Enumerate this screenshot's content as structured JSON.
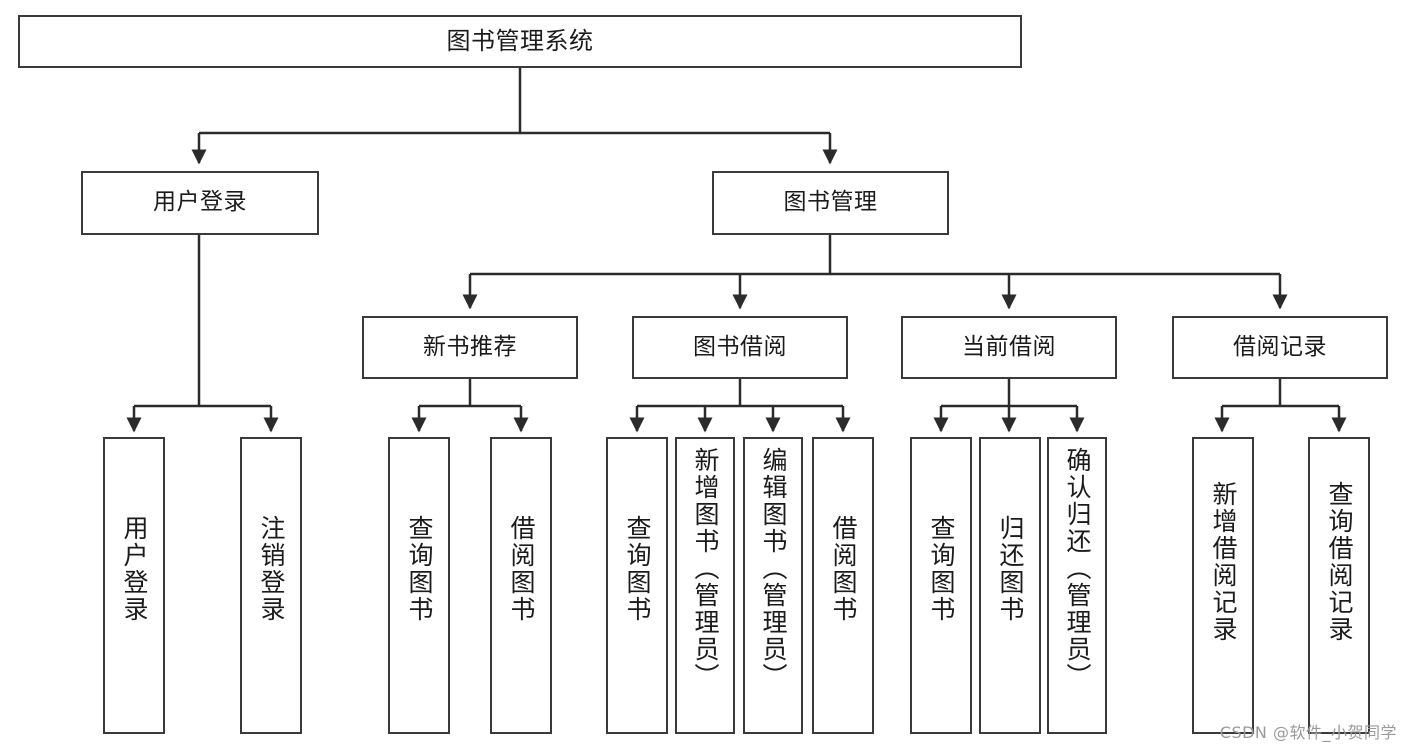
{
  "diagram": {
    "type": "tree",
    "title": "图书管理系统",
    "orientation": "top-down",
    "colors": {
      "node_border": "#3a3a3a",
      "node_fill": "#ffffff",
      "edge": "#2b2b2b",
      "text": "#1b1b1b",
      "watermark": "#9a9a9a"
    },
    "nodes": {
      "root": {
        "label": "图书管理系统"
      },
      "level2": [
        {
          "id": "user-login",
          "label": "用户登录"
        },
        {
          "id": "book-manage",
          "label": "图书管理"
        }
      ],
      "level3": [
        {
          "id": "new-book-recommend",
          "label": "新书推荐"
        },
        {
          "id": "book-borrow",
          "label": "图书借阅"
        },
        {
          "id": "current-borrow",
          "label": "当前借阅"
        },
        {
          "id": "borrow-record",
          "label": "借阅记录"
        }
      ],
      "leaves": [
        {
          "id": "leaf-user-login",
          "label": "用户登录",
          "parent": "user-login"
        },
        {
          "id": "leaf-logout-login",
          "label": "注销登录",
          "parent": "user-login"
        },
        {
          "id": "leaf-query-book-1",
          "label": "查询图书",
          "parent": "new-book-recommend"
        },
        {
          "id": "leaf-borrow-book-1",
          "label": "借阅图书",
          "parent": "new-book-recommend"
        },
        {
          "id": "leaf-query-book-2",
          "label": "查询图书",
          "parent": "book-borrow"
        },
        {
          "id": "leaf-add-book",
          "label": "新增图书（管理员）",
          "parent": "book-borrow"
        },
        {
          "id": "leaf-edit-book",
          "label": "编辑图书（管理员）",
          "parent": "book-borrow"
        },
        {
          "id": "leaf-borrow-book-2",
          "label": "借阅图书",
          "parent": "book-borrow"
        },
        {
          "id": "leaf-query-book-3",
          "label": "查询图书",
          "parent": "current-borrow"
        },
        {
          "id": "leaf-return-book",
          "label": "归还图书",
          "parent": "current-borrow"
        },
        {
          "id": "leaf-confirm-return",
          "label": "确认归还（管理员）",
          "parent": "current-borrow"
        },
        {
          "id": "leaf-add-record",
          "label": "新增借阅记录",
          "parent": "borrow-record"
        },
        {
          "id": "leaf-query-record",
          "label": "查询借阅记录",
          "parent": "borrow-record"
        }
      ]
    }
  },
  "watermark": {
    "text": "CSDN @软件_小贺同学"
  }
}
